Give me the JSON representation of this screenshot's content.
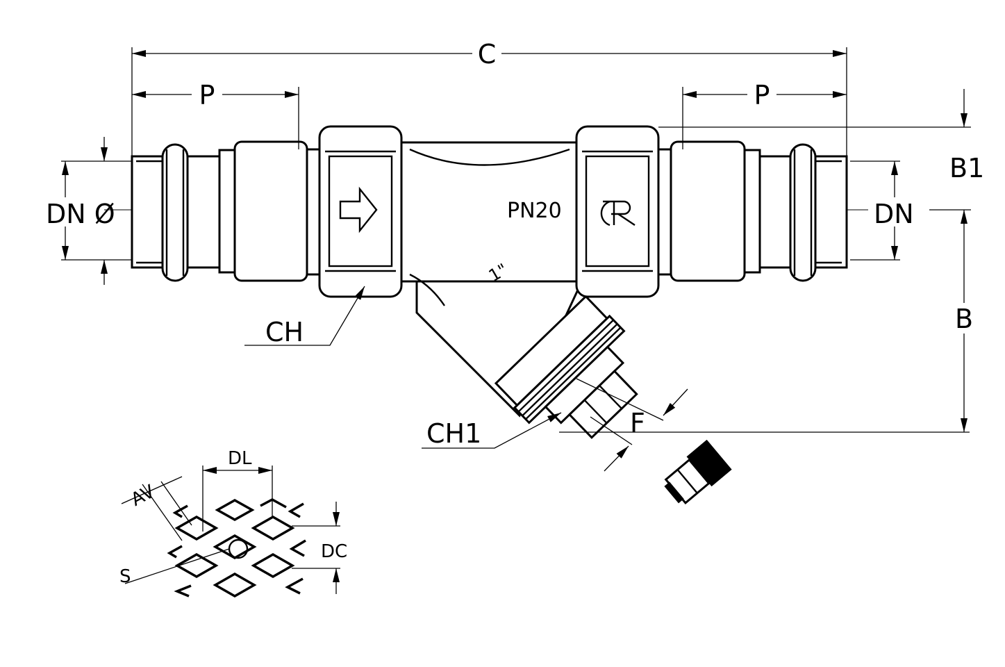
{
  "dimensions": {
    "overall_length": "C",
    "press_end_left": "P",
    "press_end_right": "P",
    "top_height": "B1",
    "bottom_height": "B",
    "nominal_left": "DN Ø",
    "nominal_right": "DN",
    "hex_nut": "CH",
    "hex_plug": "CH1",
    "plug_height": "F"
  },
  "body_marking": {
    "pressure": "PN20",
    "size": "1\""
  },
  "mesh_detail": {
    "dl": "DL",
    "av": "AV",
    "dc": "DC",
    "s": "S"
  }
}
